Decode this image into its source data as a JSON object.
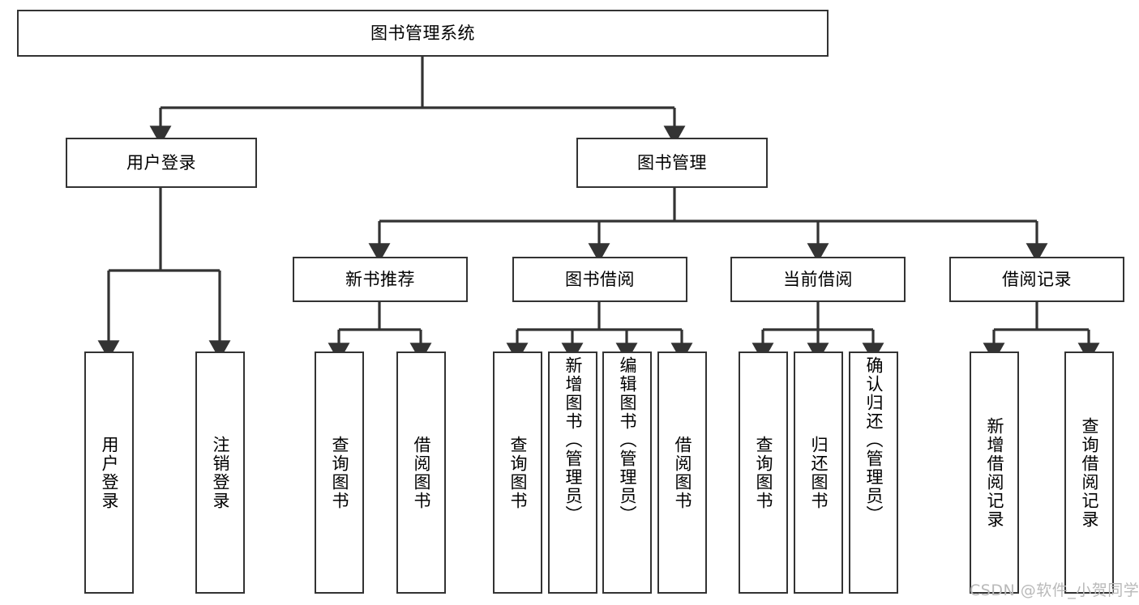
{
  "diagram": {
    "type": "hierarchy-tree",
    "title": "图书管理系统",
    "watermark": "CSDN @软件_小贺同学",
    "colors": {
      "box_border": "#333333",
      "box_fill": "#ffffff",
      "connector": "#333333",
      "text": "#000000",
      "watermark": "#b9b9b9",
      "background": "#ffffff"
    },
    "root": {
      "label": "图书管理系统",
      "orientation": "horizontal"
    },
    "level2": [
      {
        "label": "用户登录",
        "orientation": "horizontal"
      },
      {
        "label": "图书管理",
        "orientation": "horizontal"
      }
    ],
    "level3": [
      {
        "label": "新书推荐",
        "orientation": "horizontal"
      },
      {
        "label": "图书借阅",
        "orientation": "horizontal"
      },
      {
        "label": "当前借阅",
        "orientation": "horizontal"
      },
      {
        "label": "借阅记录",
        "orientation": "horizontal"
      }
    ],
    "leaves": {
      "user_login": [
        {
          "label": "用户登录",
          "orientation": "vertical"
        },
        {
          "label": "注销登录",
          "orientation": "vertical"
        }
      ],
      "new_book_recommend": [
        {
          "label": "查询图书",
          "orientation": "vertical"
        },
        {
          "label": "借阅图书",
          "orientation": "vertical"
        }
      ],
      "book_borrow": [
        {
          "label": "查询图书",
          "orientation": "vertical"
        },
        {
          "label": "新增图书（管理员）",
          "orientation": "vertical"
        },
        {
          "label": "编辑图书（管理员）",
          "orientation": "vertical"
        },
        {
          "label": "借阅图书",
          "orientation": "vertical"
        }
      ],
      "current_borrow": [
        {
          "label": "查询图书",
          "orientation": "vertical"
        },
        {
          "label": "归还图书",
          "orientation": "vertical"
        },
        {
          "label": "确认归还（管理员）",
          "orientation": "vertical"
        }
      ],
      "borrow_record": [
        {
          "label": "新增借阅记录",
          "orientation": "vertical"
        },
        {
          "label": "查询借阅记录",
          "orientation": "vertical"
        }
      ]
    }
  }
}
